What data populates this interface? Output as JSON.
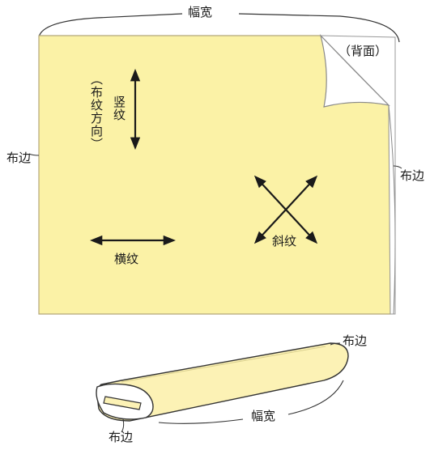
{
  "colors": {
    "fabric_fill": "#fbf2a6",
    "fabric_edge": "#b3a77a",
    "fold_fill": "#ffffff",
    "line": "#333333",
    "arrow": "#1a1a1a",
    "bolt_fill": "#fcf2b5"
  },
  "labels": {
    "width_top": "幅宽",
    "back_side": "（背面）",
    "selvage_left": "布边",
    "selvage_right": "布边",
    "grain_paren": "（布纹方向）",
    "lengthwise": "竖纹",
    "crosswise": "横纹",
    "bias": "斜纹",
    "bolt_selvage_top": "布边",
    "bolt_selvage_bottom": "布边",
    "bolt_width": "幅宽"
  }
}
